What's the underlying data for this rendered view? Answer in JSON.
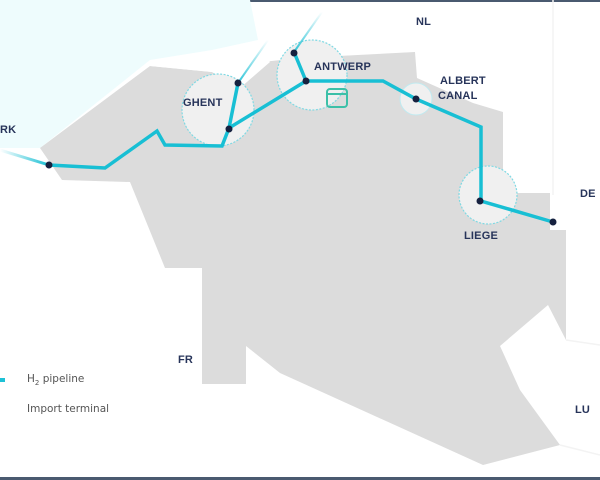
{
  "map": {
    "title": "",
    "colors": {
      "pipeline": "#18bfd4",
      "node": "#16213f",
      "country": "#dcdcdc",
      "sea": "#eefcfd",
      "hub_circle_fill": "#f0f0f0",
      "hub_circle_stroke": "#7fd9e3",
      "label": "#27345a",
      "terminal_icon": "#3cc0a8"
    },
    "country_labels": {
      "nl": "NL",
      "de": "DE",
      "fr": "FR",
      "lu": "LU",
      "uk_partial": "RK"
    },
    "hub_labels": {
      "ghent": "GHENT",
      "antwerp": "ANTWERP",
      "albert_canal_line1": "ALBERT",
      "albert_canal_line2": "CANAL",
      "liege": "LIEGE"
    },
    "legend": {
      "pipeline_prefix": "H",
      "pipeline_sub": "2",
      "pipeline_suffix": " pipeline",
      "terminal": "Import terminal"
    }
  }
}
